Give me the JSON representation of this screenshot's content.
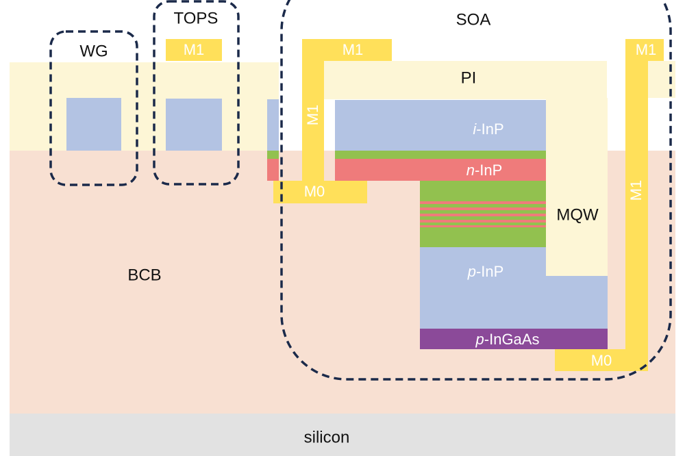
{
  "colors": {
    "silicon": "#e2e2e2",
    "bcb": "#f8e0d2",
    "pi": "#fdf6d6",
    "inp_blue": "#b3c3e3",
    "mqw_green": "#92c14f",
    "n_inp_red": "#ef7b7b",
    "p_ingaas_purple": "#8b4a99",
    "metal_yellow": "#ffe05a",
    "dashed_outline": "#1b2a4a"
  },
  "labels": {
    "silicon": "silicon",
    "bcb": "BCB",
    "pi": "PI",
    "mqw": "MQW",
    "wg": "WG",
    "tops": "TOPS",
    "soa": "SOA",
    "m1_tops": "M1",
    "m1_soa_left_top": "M1",
    "m1_soa_left_vertical": "M1",
    "m1_right_top": "M1",
    "m1_right_vertical": "M1",
    "m0_left": "M0",
    "m0_right": "M0",
    "i_inp_italic": "i",
    "i_inp_rest": "-InP",
    "n_inp_italic": "n",
    "n_inp_rest": "-InP",
    "p_inp_italic": "p",
    "p_inp_rest": "-InP",
    "p_ingaas_italic": "p",
    "p_ingaas_rest": "-InGaAs"
  }
}
